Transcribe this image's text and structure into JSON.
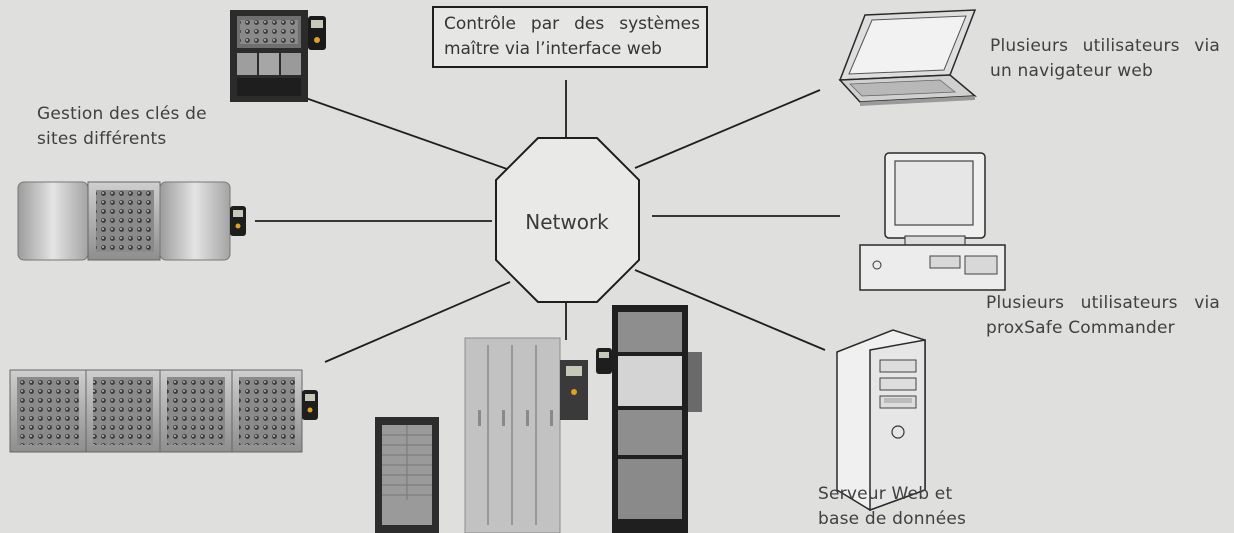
{
  "hub": {
    "label": "Network"
  },
  "control": {
    "line1": "Contrôle par des systèmes",
    "line2": "maître via l’interface web"
  },
  "labels": {
    "web_users": {
      "line1": "Plusieurs utilisateurs via",
      "line2": "un navigateur web"
    },
    "multi_site": {
      "line1": "Gestion des clés de",
      "line2": "sites différents"
    },
    "commander_users": {
      "line1": "Plusieurs utilisateurs via",
      "line2": "proxSafe Commander"
    },
    "server": {
      "line1": "Serveur Web et",
      "line2": "base de données"
    }
  },
  "nodes": [
    {
      "id": "key-cabinet-top",
      "kind": "cabinet"
    },
    {
      "id": "laptop",
      "kind": "laptop"
    },
    {
      "id": "key-cabinet-3-panel",
      "kind": "cabinet"
    },
    {
      "id": "desktop-pc",
      "kind": "desktop"
    },
    {
      "id": "key-cabinet-4-panel",
      "kind": "cabinet"
    },
    {
      "id": "locker-group",
      "kind": "lockers"
    },
    {
      "id": "server-tower",
      "kind": "server"
    }
  ],
  "colors": {
    "background": "#dfdfde",
    "line": "#1e1e1e",
    "hub_fill": "#e9e9e8"
  }
}
